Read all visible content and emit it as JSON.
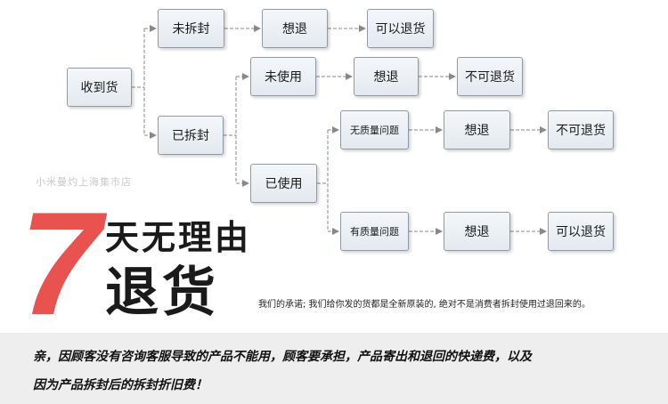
{
  "flow": {
    "received": "收到货",
    "unopened": "未拆封",
    "opened": "已拆封",
    "want_return_1": "想退",
    "returnable_1": "可以退货",
    "unused": "未使用",
    "want_return_2": "想退",
    "not_returnable_1": "不可退货",
    "used": "已使用",
    "no_quality_issue": "无质量问题",
    "want_return_3": "想退",
    "not_returnable_2": "不可退货",
    "has_quality_issue": "有质量问题",
    "want_return_4": "想退",
    "returnable_2": "可以退货"
  },
  "watermark": "小米曼灼上海集市店",
  "headline": {
    "number": "7",
    "line1": "天无理由",
    "line2": "退货"
  },
  "promise": "我们的承诺; 我们给你发的货都是全新原装的, 绝对不是消费者拆封使用过退回来的。",
  "footer": {
    "line1": "亲，因顾客没有咨询客服导致的产品不能用，顾客要承担，产品寄出和退回的快递费，以及",
    "line2": "因为产品拆封后的拆封折旧费！"
  },
  "colors": {
    "accent": "#e8524f",
    "box_border": "#8f9aa5",
    "connector": "#888888"
  }
}
